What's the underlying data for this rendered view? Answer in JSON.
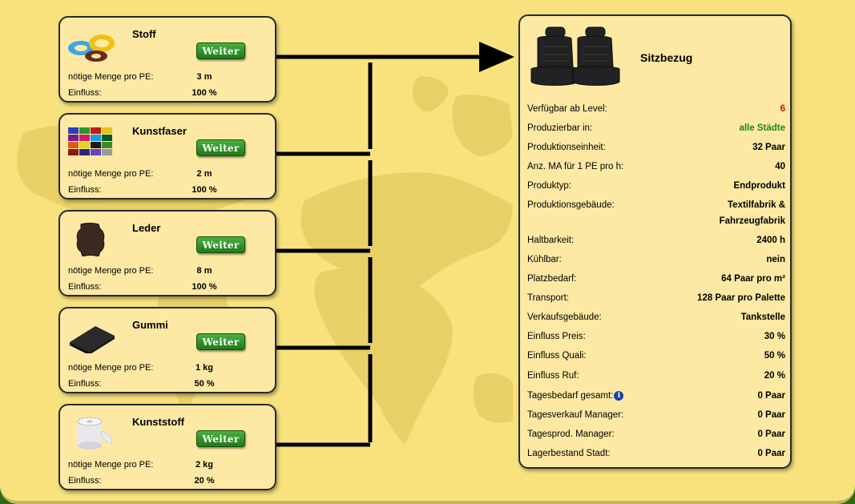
{
  "colors": {
    "card_bg": "#fde9a4",
    "page_bg": "#f7e27e",
    "button_green": "#2e8f26",
    "level_red": "#cc1100",
    "city_green": "#1e8a10"
  },
  "ingredients": [
    {
      "name": "Stoff",
      "button_label": "Weiter",
      "row1_label": "nötige Menge pro PE:",
      "row1_value": "3 m",
      "row2_label": "Einfluss:",
      "row2_value": "100 %",
      "thumb_icon": "fabric-rolls-icon"
    },
    {
      "name": "Kunstfaser",
      "button_label": "Weiter",
      "row1_label": "nötige Menge pro PE:",
      "row1_value": "2 m",
      "row2_label": "Einfluss:",
      "row2_value": "100 %",
      "thumb_icon": "thread-spools-icon"
    },
    {
      "name": "Leder",
      "button_label": "Weiter",
      "row1_label": "nötige Menge pro PE:",
      "row1_value": "8 m",
      "row2_label": "Einfluss:",
      "row2_value": "100 %",
      "thumb_icon": "leather-hide-icon"
    },
    {
      "name": "Gummi",
      "button_label": "Weiter",
      "row1_label": "nötige Menge pro PE:",
      "row1_value": "1 kg",
      "row2_label": "Einfluss:",
      "row2_value": "50 %",
      "thumb_icon": "rubber-sheet-icon"
    },
    {
      "name": "Kunststoff",
      "button_label": "Weiter",
      "row1_label": "nötige Menge pro PE:",
      "row1_value": "2 kg",
      "row2_label": "Einfluss:",
      "row2_value": "20 %",
      "thumb_icon": "plastic-roll-icon"
    }
  ],
  "product": {
    "title": "Sitzbezug",
    "image_icon": "car-seat-covers-icon",
    "rows": [
      {
        "label": "Verfügbar ab Level:",
        "value": "6"
      },
      {
        "label": "Produzierbar in:",
        "value": "alle Städte"
      },
      {
        "label": "Produktionseinheit:",
        "value": "32 Paar"
      },
      {
        "label": "Anz. MA für 1 PE pro h:",
        "value": "40"
      },
      {
        "label": "Produktyp:",
        "value": "Endprodukt"
      },
      {
        "label": "Produktionsgebäude:",
        "value": "Textilfabrik &",
        "value2": "Fahrzeugfabrik"
      },
      {
        "label": "Haltbarkeit:",
        "value": "2400 h"
      },
      {
        "label": "Kühlbar:",
        "value": "nein"
      },
      {
        "label": "Platzbedarf:",
        "value": "64 Paar pro m²"
      },
      {
        "label": "Transport:",
        "value": "128 Paar pro Palette"
      },
      {
        "label": "Verkaufsgebäude:",
        "value": "Tankstelle"
      },
      {
        "label": "Einfluss Preis:",
        "value": "30 %"
      },
      {
        "label": "Einfluss Quali:",
        "value": "50 %"
      },
      {
        "label": "Einfluss Ruf:",
        "value": "20 %"
      },
      {
        "label": "Tagesbedarf gesamt:",
        "value": "0 Paar",
        "info_icon": "i"
      },
      {
        "label": "Tagesverkauf Manager:",
        "value": "0 Paar"
      },
      {
        "label": "Tagesprod. Manager:",
        "value": "0 Paar"
      },
      {
        "label": "Lagerbestand Stadt:",
        "value": "0 Paar"
      }
    ]
  }
}
